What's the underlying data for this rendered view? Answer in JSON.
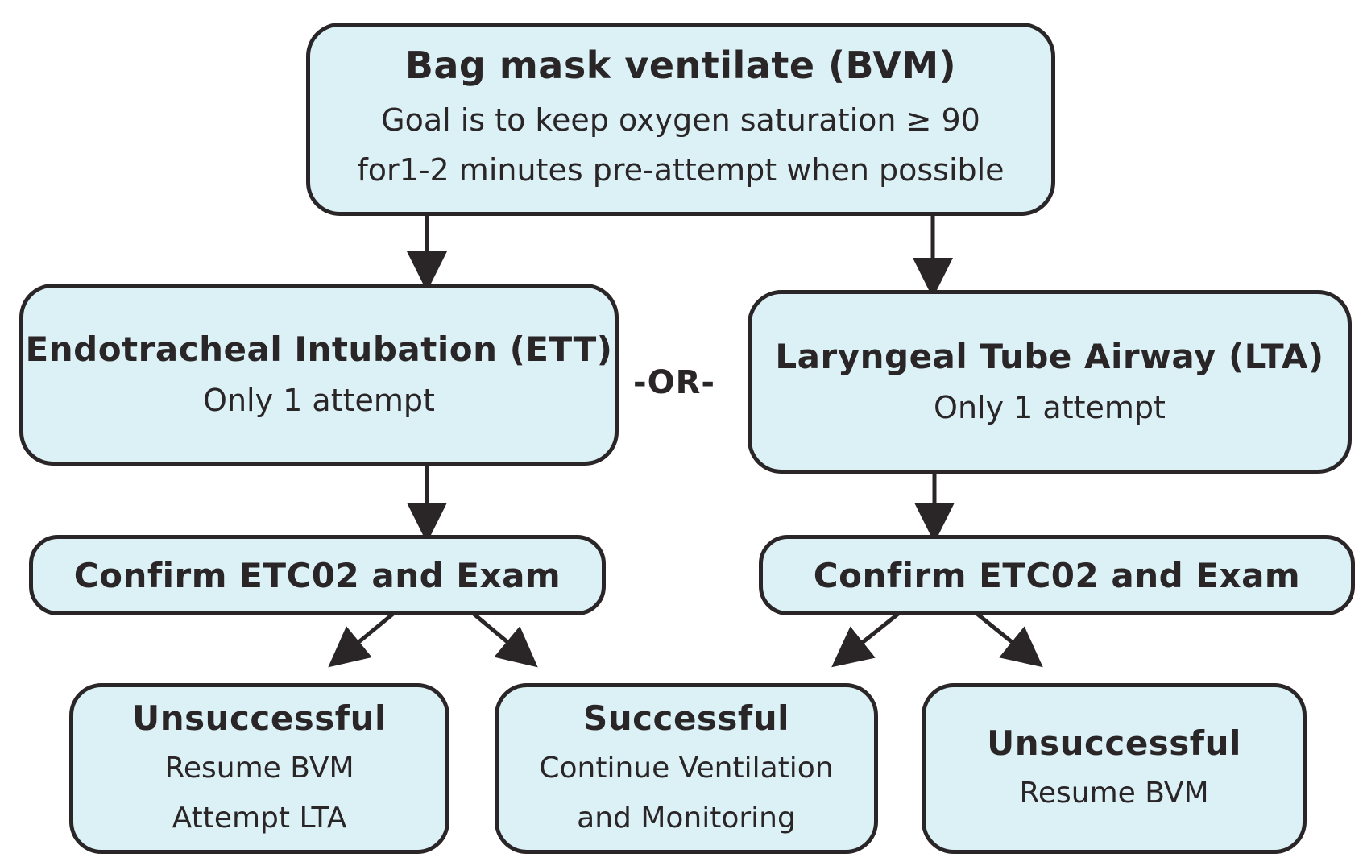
{
  "bvm": {
    "title": "Bag mask ventilate (BVM)",
    "line1": "Goal is to keep oxygen saturation ≥ 90",
    "line2": "for1-2 minutes pre-attempt when possible"
  },
  "ett": {
    "title": "Endotracheal Intubation (ETT)",
    "sub": "Only 1 attempt"
  },
  "or_label": "-OR-",
  "lta": {
    "title": "Laryngeal Tube Airway (LTA)",
    "sub": "Only 1 attempt"
  },
  "confirm_left": {
    "title": "Confirm ETC02 and Exam"
  },
  "confirm_right": {
    "title": "Confirm ETC02 and Exam"
  },
  "unsuccessful_left": {
    "title": "Unsuccessful",
    "line1": "Resume BVM",
    "line2": "Attempt LTA"
  },
  "successful": {
    "title": "Successful",
    "line1": "Continue Ventilation",
    "line2": "and Monitoring"
  },
  "unsuccessful_right": {
    "title": "Unsuccessful",
    "line1": "Resume BVM"
  },
  "colors": {
    "box_fill": "#dbf1f6",
    "stroke": "#2a2526"
  }
}
